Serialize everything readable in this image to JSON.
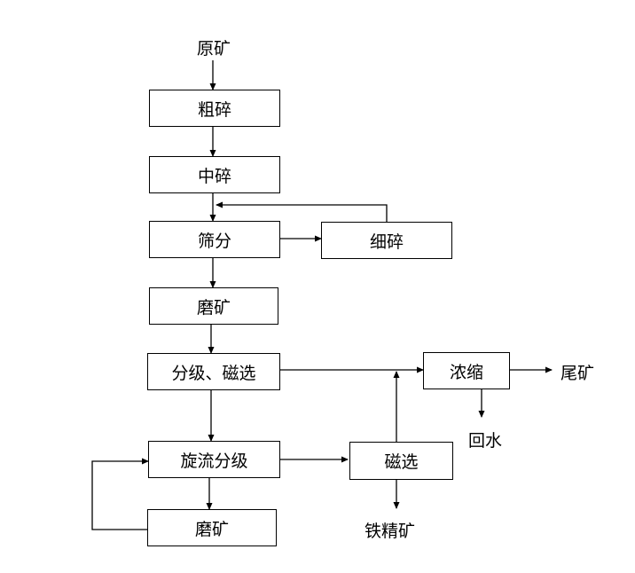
{
  "nodes": {
    "raw_ore": "原矿",
    "coarse_crush": "粗碎",
    "medium_crush": "中碎",
    "screening": "筛分",
    "fine_crush": "细碎",
    "grinding_1": "磨矿",
    "classify_magsep": "分级、磁选",
    "thickening": "浓缩",
    "tailings": "尾矿",
    "return_water": "回水",
    "cyclone_classify": "旋流分级",
    "magsep_2": "磁选",
    "grinding_2": "磨矿",
    "iron_concentrate": "铁精矿"
  }
}
